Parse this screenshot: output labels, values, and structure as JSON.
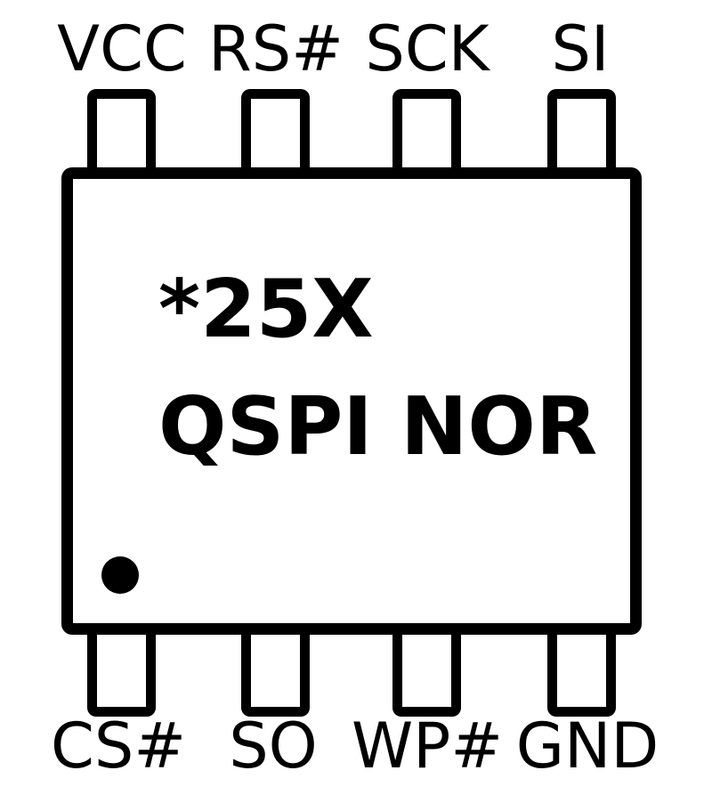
{
  "diagram": {
    "kind": "ic-pinout",
    "package": "SOIC-8",
    "chip": {
      "marking_line1": "*25X",
      "marking_line2": "QSPI NOR",
      "pin1_marker": "dot"
    },
    "pins": {
      "top": [
        {
          "label": "VCC"
        },
        {
          "label": "RS#"
        },
        {
          "label": "SCK"
        },
        {
          "label": "SI"
        }
      ],
      "bottom": [
        {
          "label": "CS#"
        },
        {
          "label": "SO"
        },
        {
          "label": "WP#"
        },
        {
          "label": "GND"
        }
      ]
    },
    "colors": {
      "ink": "#000000",
      "background": "#ffffff"
    }
  }
}
